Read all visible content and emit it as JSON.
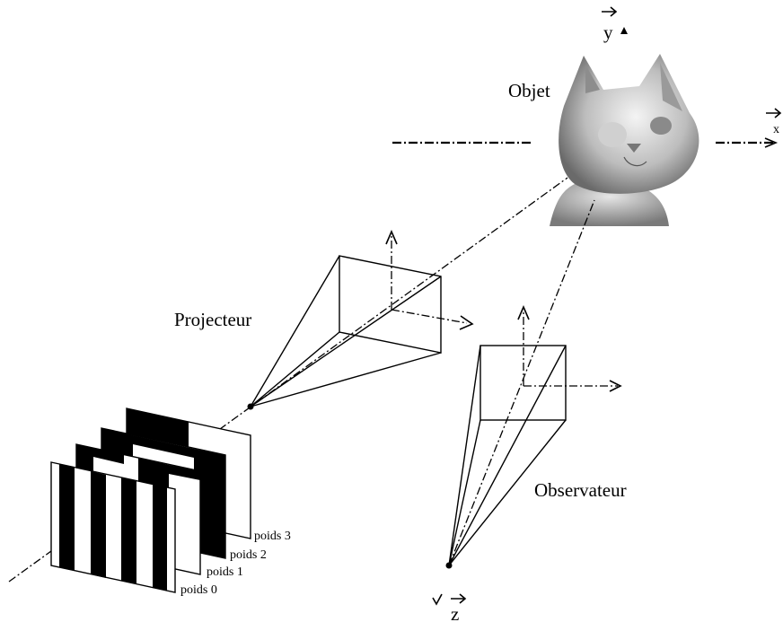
{
  "labels": {
    "objet": "Objet",
    "projecteur": "Projecteur",
    "observateur": "Observateur"
  },
  "axes": {
    "x": "x",
    "y": "y",
    "z": "z"
  },
  "patterns": {
    "weight0": "poids 0",
    "weight1": "poids 1",
    "weight2": "poids 2",
    "weight3": "poids 3"
  }
}
